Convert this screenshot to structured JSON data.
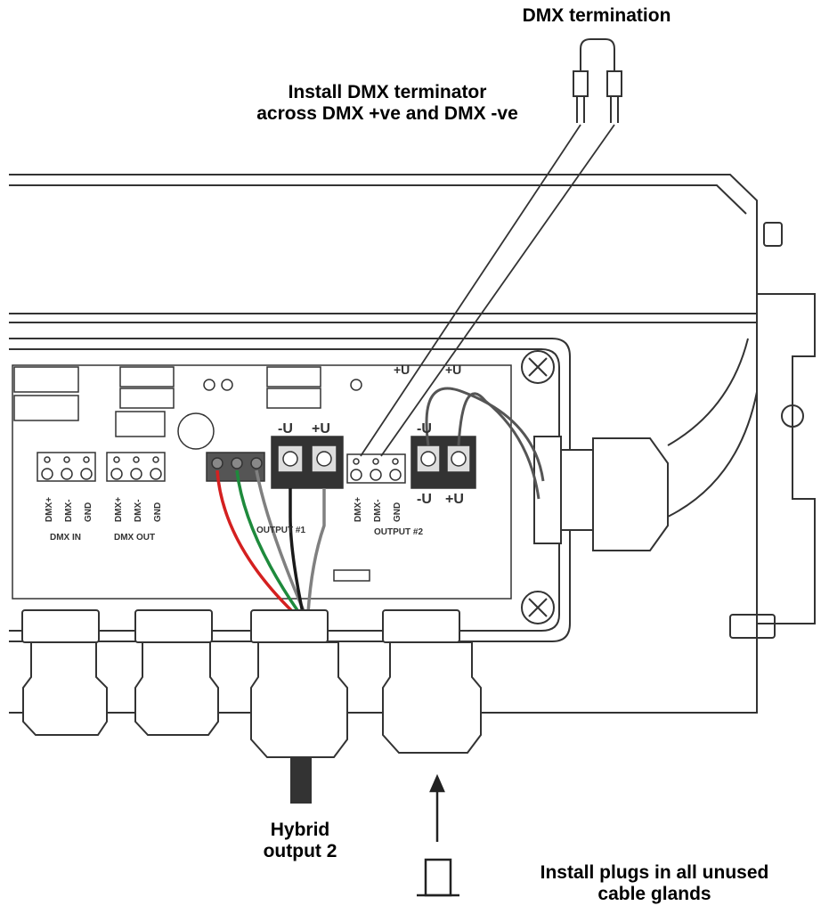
{
  "callouts": {
    "dmx_termination": "DMX termination",
    "install_terminator_line1": "Install DMX terminator",
    "install_terminator_line2": "across DMX +ve and DMX -ve",
    "hybrid_line1": "Hybrid",
    "hybrid_line2": "output 2",
    "plugs_line1": "Install plugs in all unused",
    "plugs_line2": "cable glands"
  },
  "board_labels": {
    "dmx_plus": "DMX+",
    "dmx_minus": "DMX-",
    "gnd": "GND",
    "dmx_in": "DMX IN",
    "dmx_out": "DMX OUT",
    "output_1": "OUTPUT #1",
    "output_2": "OUTPUT #2",
    "minus_u": "-U",
    "plus_u": "+U"
  },
  "colors": {
    "wire_red": "#d42020",
    "wire_green": "#1e8a3c",
    "wire_black": "#1a1a1a",
    "wire_grey": "#808080",
    "outline": "#333333"
  }
}
